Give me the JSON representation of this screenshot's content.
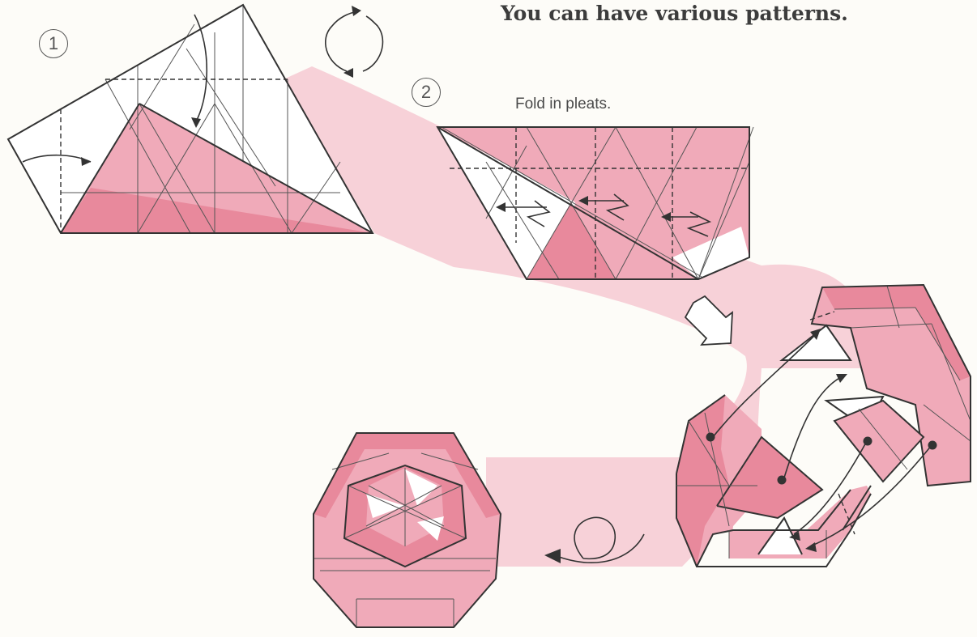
{
  "header": {
    "title": "You can have various patterns."
  },
  "steps": [
    {
      "number": "1"
    },
    {
      "number": "2",
      "caption": "Fold in pleats."
    }
  ],
  "colors": {
    "paper_pink": "#f0aab9",
    "paper_pink_dark": "#e8899c",
    "path_pink": "#f6c9d2",
    "line": "#333333"
  },
  "icons": [
    "rotate-cycle-icon",
    "turn-over-icon",
    "hollow-arrow-icon"
  ]
}
